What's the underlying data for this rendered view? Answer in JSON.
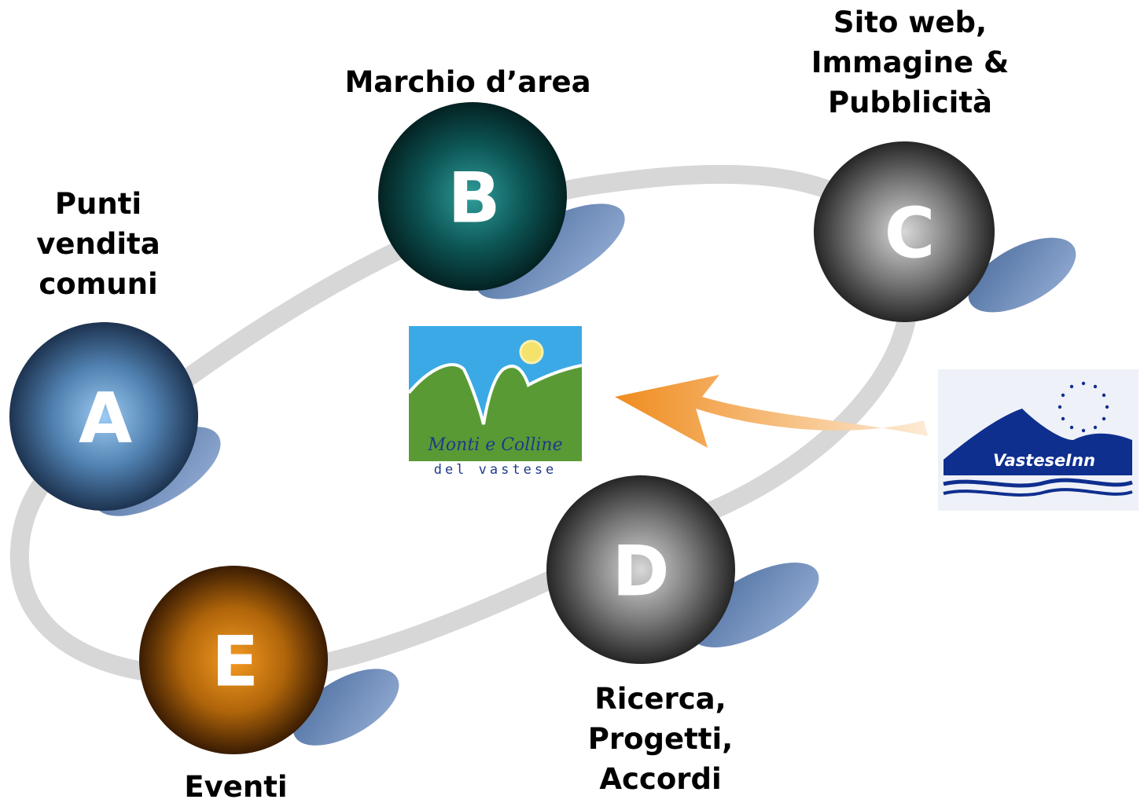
{
  "nodes": [
    {
      "id": "A",
      "letter": "A",
      "label_lines": [
        "Punti",
        "vendita",
        "comuni"
      ],
      "color": "#3d6d9c"
    },
    {
      "id": "B",
      "letter": "B",
      "label_lines": [
        "Marchio d’area"
      ],
      "color": "#0c4f4f"
    },
    {
      "id": "C",
      "letter": "C",
      "label_lines": [
        "Sito web,",
        "Immagine &",
        "Pubblicità"
      ],
      "color": "#555555"
    },
    {
      "id": "D",
      "letter": "D",
      "label_lines": [
        "Ricerca,",
        "Progetti,",
        "Accordi"
      ],
      "color": "#555555"
    },
    {
      "id": "E",
      "letter": "E",
      "label_lines": [
        "Eventi"
      ],
      "color": "#b36a08"
    }
  ],
  "logo_monti": {
    "line1": "Monti e Colline",
    "line2": "del vastese"
  },
  "logo_vastese": {
    "text": "VasteseInn"
  },
  "colors": {
    "ring": "#d7d7d7",
    "shadow": "#6f8fbf",
    "arrow": "#f0922a",
    "logo_sky": "#3ba9e6",
    "logo_green": "#5a9a34",
    "logo_blue": "#0f2f8f"
  }
}
